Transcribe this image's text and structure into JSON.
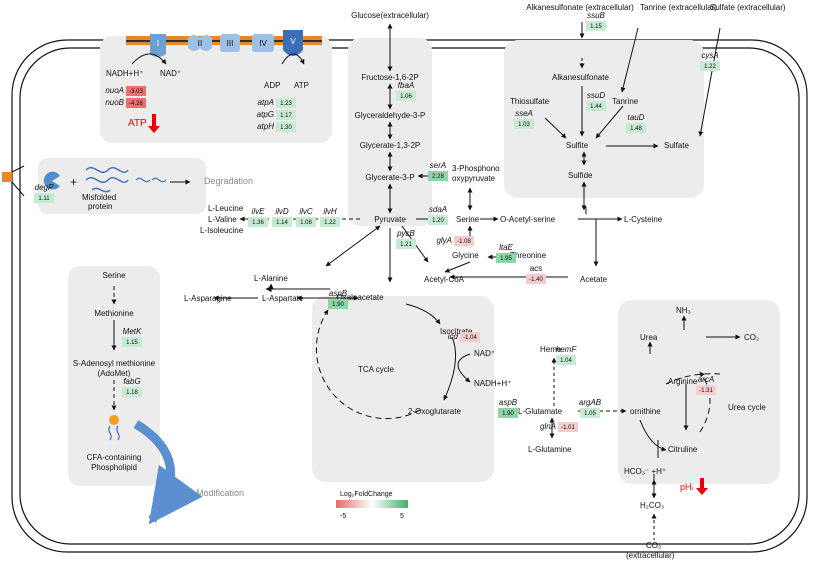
{
  "colors": {
    "green": "#8fd3a8",
    "lightgreen": "#c6ead2",
    "red": "#ea7b7b",
    "lightred": "#f6cccc",
    "panel": "#ececec",
    "membrane": "#e58a2a",
    "protein": "#6e9fd4"
  },
  "complex_labels": [
    "I",
    "II",
    "III",
    "IV",
    "V"
  ],
  "labels": {
    "glucose": "Glucose(extracellular)",
    "alkanesulfonate_ext": "Alkanesulfonate (extracellular)",
    "tanrine_ext": "Tanrine (extracellular)",
    "sulfate_ext": "Sulfate (extracellular)",
    "nadh": "NADH+H⁺",
    "nad": "NAD⁺",
    "adp": "ADP",
    "atp_top": "ATP",
    "atp_red": "ATP",
    "f16": "Fructose-1,6-2P",
    "g3p": "Glyceraldehyde-3-P",
    "g13p": "Glycerate-1,3-2P",
    "gly3p": "Glycerate-3-P",
    "pyruvate": "Pyruvate",
    "phosphooxy1": "3-Phosphono",
    "phosphooxy2": "oxypyruvate",
    "serine": "Serine",
    "oacetylserine": "O-Acetyl-serine",
    "lcysteine": "L-Cysteine",
    "glycine": "Glycine",
    "threonine": "Threonine",
    "acetylcoa": "Acetyl-CoA",
    "acetate": "Acetate",
    "lalanine": "L-Alanine",
    "lasparagine": "L-Asparagine",
    "laspartate": "L-Aspartate",
    "oxaloacetate": "Oxaloacetate",
    "isocitrate": "Isocitrate",
    "tca": "TCA  cycle",
    "nad_tca": "NAD⁺",
    "nadh_tca": "NADH+H⁺",
    "oxoglutarate": "2-Oxoglutarate",
    "lglutamate": "L-Glutamate",
    "heme": "Heme",
    "lglutamine": "L-Glutamine",
    "ornithine": "ornithine",
    "citruline": "Citruline",
    "arginine": "Arginine",
    "urea": "Urea",
    "nh3": "NH₃",
    "co2_urea": "CO₂",
    "urea_cycle": "Urea  cycle",
    "hco3": "HCO₃⁻  +H⁺",
    "h2co3": "H₂CO₃",
    "co2_ext1": "CO₂",
    "co2_ext2": "(extracellular)",
    "phi": "pHᵢ",
    "alkanesulfonate": "Alkanesulfonate",
    "thiosulfate": "Thiosulfate",
    "tanrine": "Tanrine",
    "sulfite": "Sulfite",
    "sulfate": "Sulfate",
    "sulfide": "Sulfide",
    "lleucine": "L-Leucine",
    "lvaline": "L-Valine",
    "lisoleucine": "L-Isoleucine",
    "degradation": "Degradation",
    "misfolded1": "Misfolded",
    "misfolded2": "protein",
    "plus": "+",
    "serine_left": "Serine",
    "methionine": "Methionine",
    "adomet1": "S-Adenosyl methionine",
    "adomet2": "(AdoMet)",
    "cfa1": "CFA-containing",
    "cfa2": "Phospholipid",
    "modification": "Modification",
    "legend_title": "Log₂FoldChange",
    "legend_min": "-5",
    "legend_max": "5"
  },
  "genes": [
    {
      "id": "nuoA",
      "name": "nuoA",
      "value": "-3.03"
    },
    {
      "id": "nuoB",
      "name": "nuoB",
      "value": "-4.26"
    },
    {
      "id": "atpA",
      "name": "atpA",
      "value": "1.23"
    },
    {
      "id": "atpG",
      "name": "atpG",
      "value": "1.17"
    },
    {
      "id": "atpH",
      "name": "atpH",
      "value": "1.30"
    },
    {
      "id": "fbaA",
      "name": "fbaA",
      "value": "1.06"
    },
    {
      "id": "serA",
      "name": "serA",
      "value": "2.28"
    },
    {
      "id": "sdaA",
      "name": "sdaA",
      "value": "1.20"
    },
    {
      "id": "glyA",
      "name": "glyA",
      "value": "-1.08"
    },
    {
      "id": "ltaE",
      "name": "ltaE",
      "value": "1.95"
    },
    {
      "id": "acs",
      "name": "acs",
      "value": "-1.40"
    },
    {
      "id": "pycB",
      "name": "pycB",
      "value": "1.21"
    },
    {
      "id": "aspB1",
      "name": "aspB",
      "value": "1.90"
    },
    {
      "id": "aspB2",
      "name": "aspB",
      "value": "1.90"
    },
    {
      "id": "icd",
      "name": "icd",
      "value": "-1.04"
    },
    {
      "id": "hemF",
      "name": "hemF",
      "value": "1.04"
    },
    {
      "id": "glnA",
      "name": "glnA",
      "value": "-1.01"
    },
    {
      "id": "argAB",
      "name": "argAB",
      "value": "1.05"
    },
    {
      "id": "arcA",
      "name": "arcA",
      "value": "-1.31"
    },
    {
      "id": "ssuB",
      "name": "ssuB",
      "value": "1.15"
    },
    {
      "id": "ssuD",
      "name": "ssuD",
      "value": "1.44"
    },
    {
      "id": "tauD",
      "name": "tauD",
      "value": "1.48"
    },
    {
      "id": "sseA",
      "name": "sseA",
      "value": "1.03"
    },
    {
      "id": "cysA",
      "name": "cysA",
      "value": "1.22"
    },
    {
      "id": "ilvE",
      "name": "ilvE",
      "value": "1.36"
    },
    {
      "id": "ilvD",
      "name": "ilvD",
      "value": "1.14"
    },
    {
      "id": "ilvC",
      "name": "ilvC",
      "value": "1.08"
    },
    {
      "id": "ilvH",
      "name": "ilvH",
      "value": "1.22"
    },
    {
      "id": "degP",
      "name": "degP",
      "value": "1.11"
    },
    {
      "id": "metK",
      "name": "MetK",
      "value": "1.15"
    },
    {
      "id": "fabG",
      "name": "fabG",
      "value": "1.18"
    }
  ]
}
